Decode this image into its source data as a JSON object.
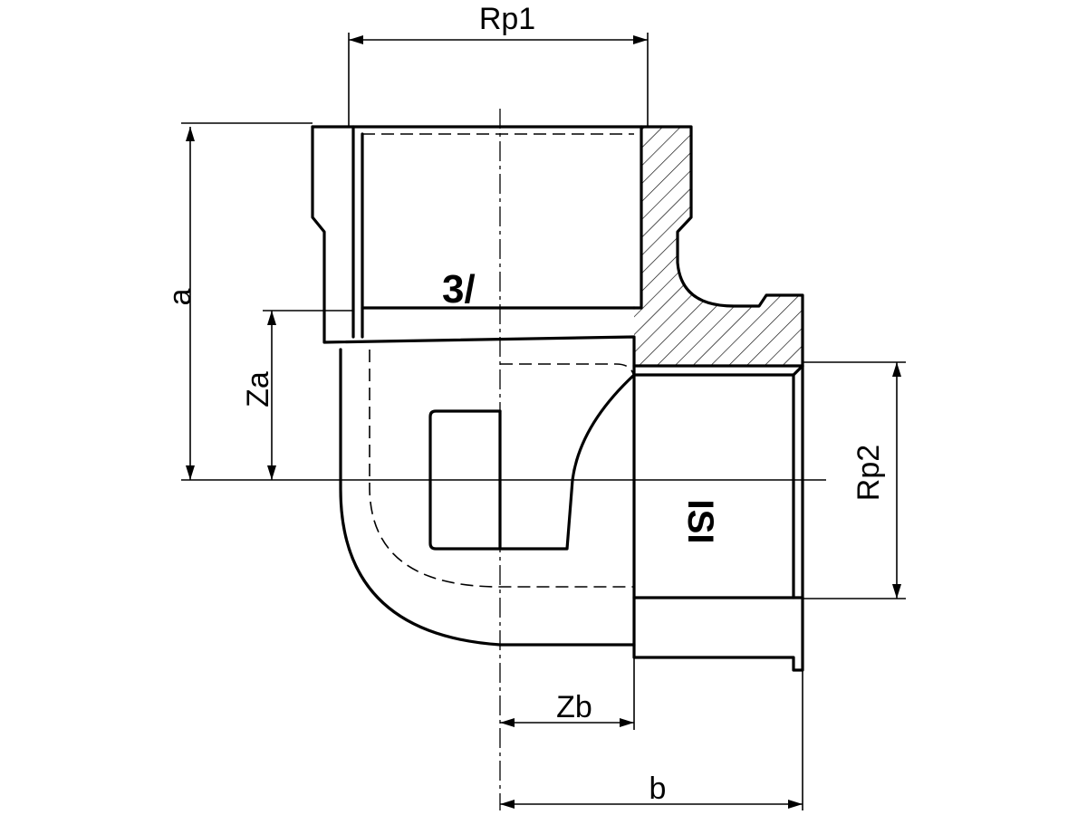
{
  "dimensions": {
    "rp1": "Rp1",
    "rp2": "Rp2",
    "a": "a",
    "b": "b",
    "za": "Za",
    "zb": "Zb"
  },
  "markings": {
    "size_mark": "3/",
    "brand_mark": "ISI"
  }
}
